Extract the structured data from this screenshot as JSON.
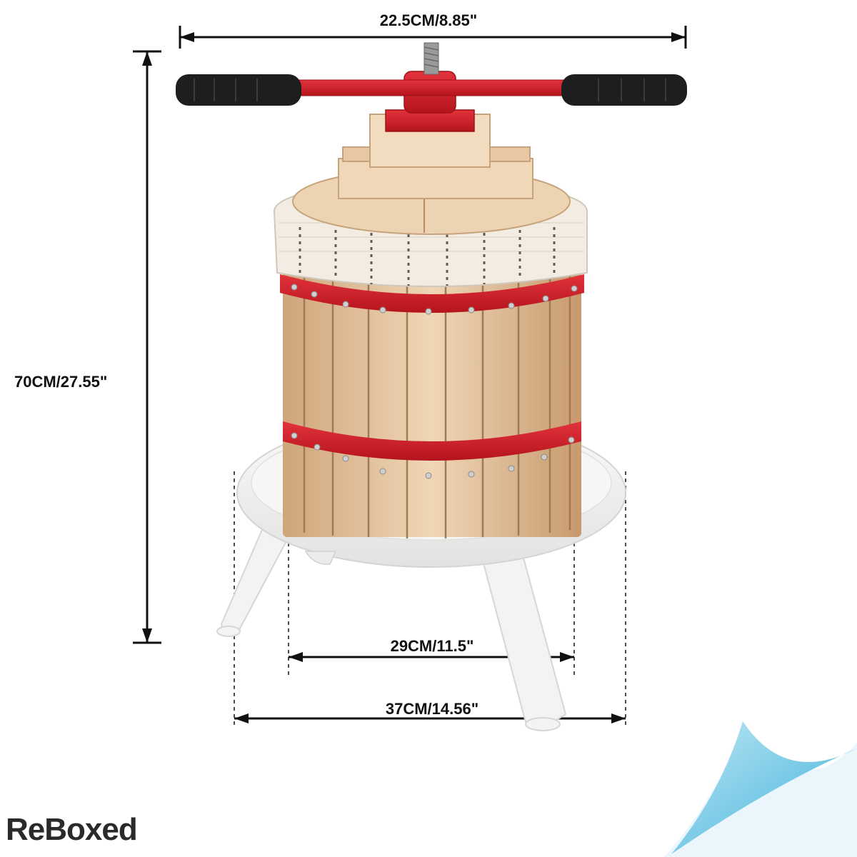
{
  "dimensions": {
    "top_width": "22.5CM/8.85\"",
    "height": "70CM/27.55\"",
    "inner_diameter": "29CM/11.5\"",
    "outer_diameter": "37CM/14.56\""
  },
  "brand": {
    "logo_text": "ReBoxed",
    "accent_color": "#5bc0de"
  },
  "product": {
    "description": "wooden fruit press with red handle and steel hoops",
    "colors": {
      "wood": "#e8c9a4",
      "metal_red": "#d3202a",
      "base_white": "#f1f1ef",
      "grip_black": "#1c1c1c"
    }
  }
}
